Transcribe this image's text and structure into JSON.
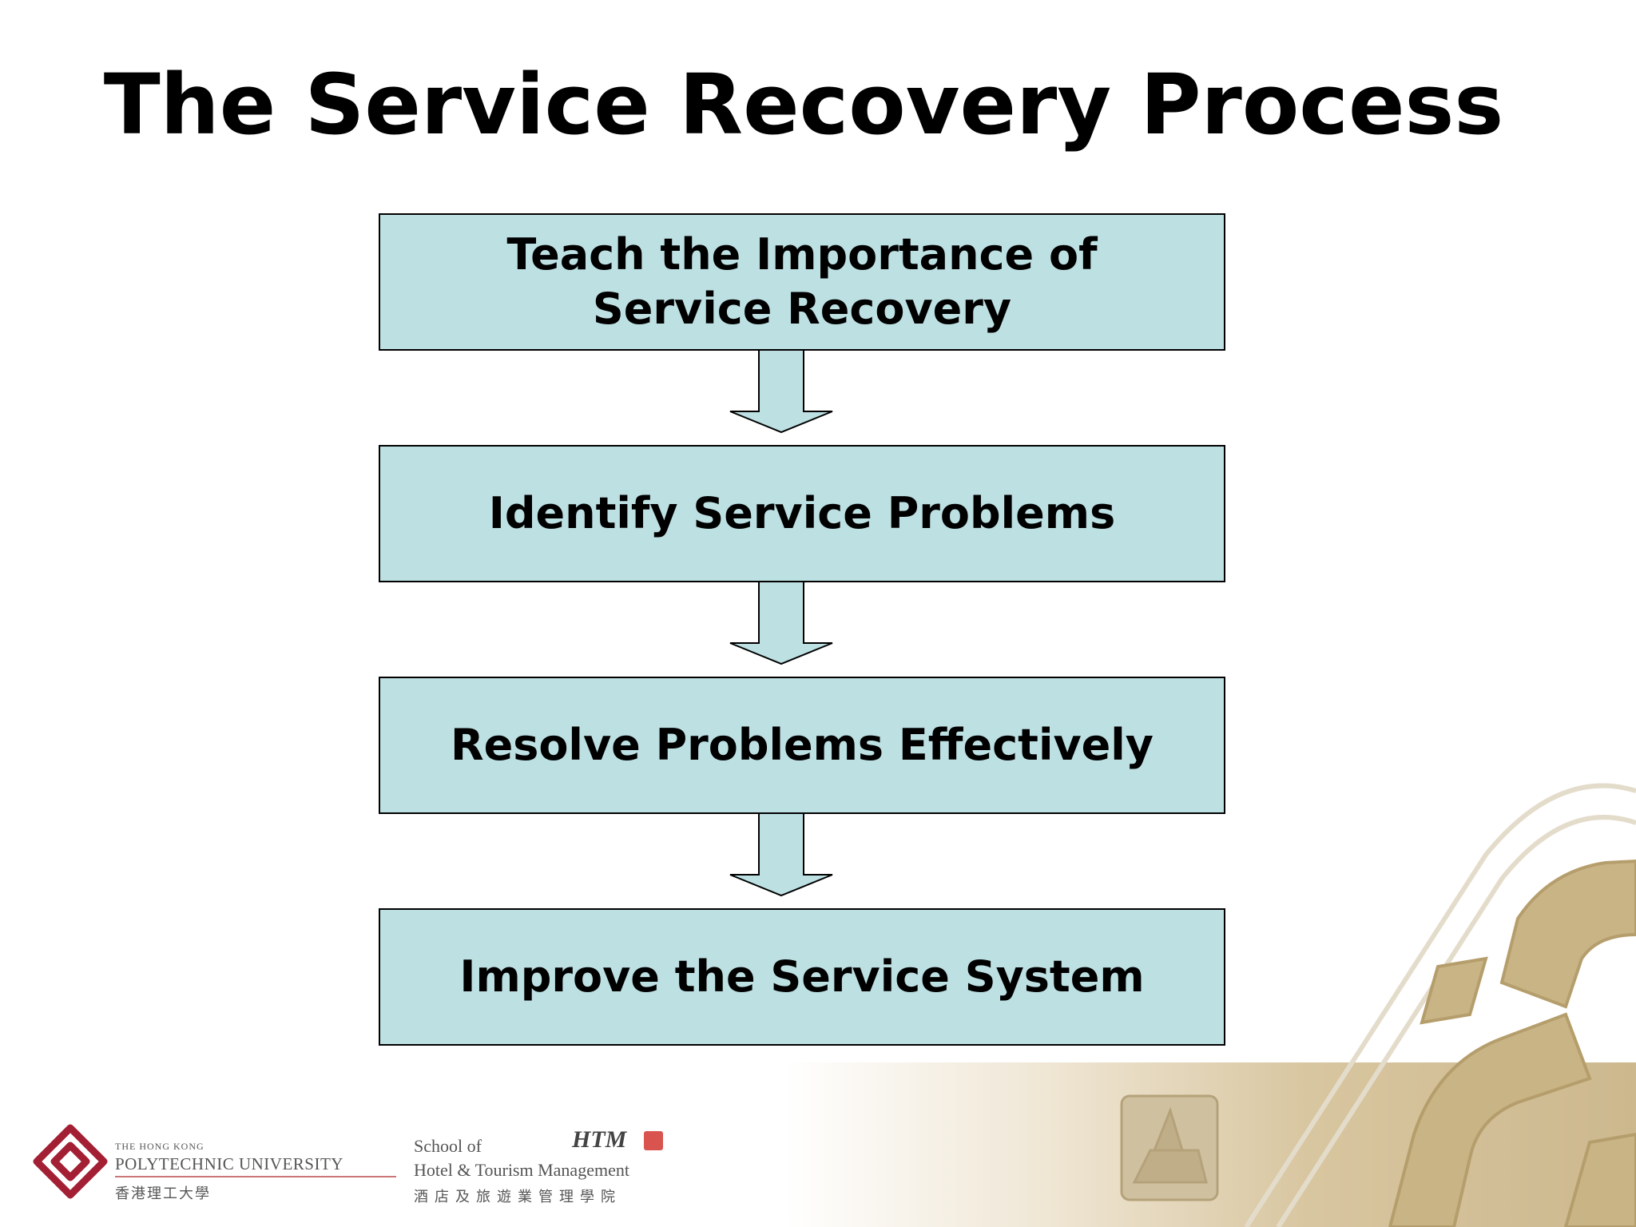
{
  "slide": {
    "title": "The Service Recovery Process"
  },
  "flow": {
    "steps": [
      {
        "label": "Teach the Importance of\nService Recovery"
      },
      {
        "label": "Identify Service Problems"
      },
      {
        "label": "Resolve Problems Effectively"
      },
      {
        "label": "Improve the Service System"
      }
    ],
    "box_color": "#bde0e3",
    "border_color": "#000000"
  },
  "footer": {
    "polyu": {
      "line1": "THE HONG KONG",
      "line2": "POLYTECHNIC UNIVERSITY",
      "line3": "香港理工大學",
      "logo_color": "#a31f34"
    },
    "htm": {
      "line1": "School of",
      "line2": "Hotel & Tourism Management",
      "line3": "酒店及旅遊業管理學院",
      "mark": "HTM"
    }
  },
  "decoration": {
    "accent_color": "#cdb88e"
  }
}
